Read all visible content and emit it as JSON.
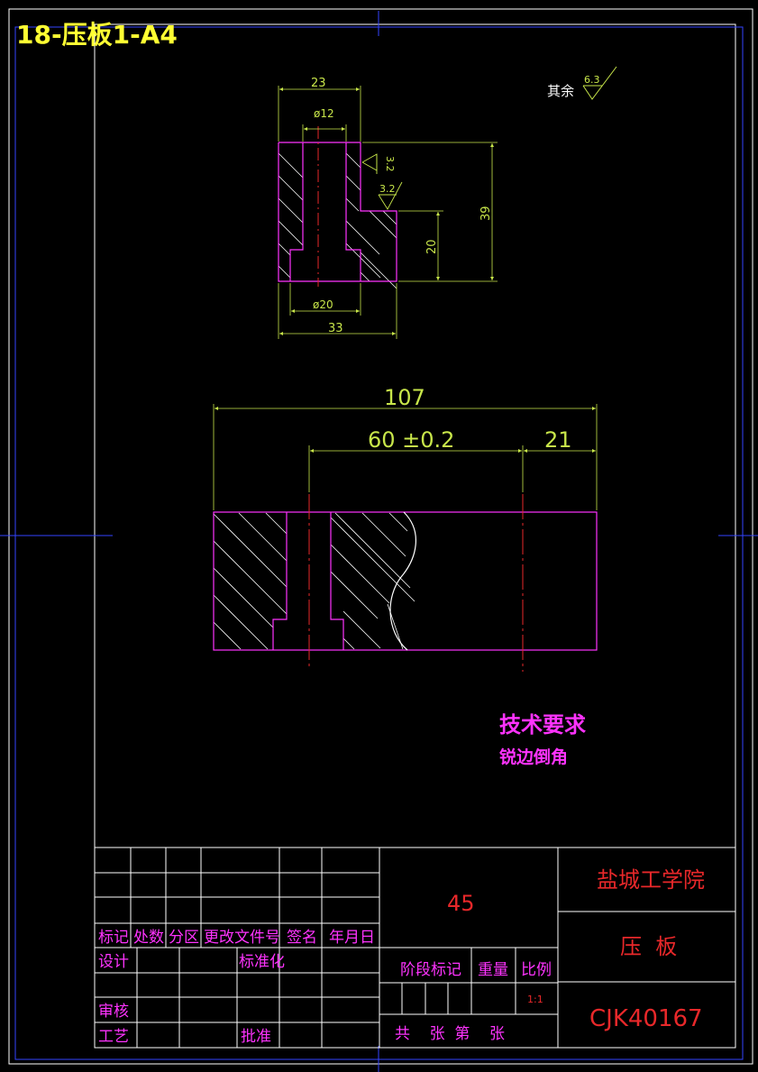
{
  "sheet_title": "18-压板1-A4",
  "roughness": {
    "rest_label": "其余",
    "rest_value": "6.3",
    "surface_a": "3.2",
    "surface_b": "3.2"
  },
  "section_view": {
    "dims": {
      "top_width": "23",
      "bore_diameter": "ø12",
      "height": "39",
      "step_height": "20",
      "counterbore_diameter": "ø20",
      "total_width": "33"
    }
  },
  "plan_view": {
    "dims": {
      "length": "107",
      "hole_spacing": "60 ±0.2",
      "end_offset": "21"
    }
  },
  "tech_requirements": {
    "title": "技术要求",
    "item": "锐边倒角"
  },
  "title_block": {
    "col_headers": [
      "标记",
      "处数",
      "分区",
      "更改文件号",
      "签名",
      "年月日"
    ],
    "design": "设计",
    "standardization": "标准化",
    "review": "审核",
    "process": "工艺",
    "approve": "批准",
    "material": "45",
    "stage_mark": "阶段标记",
    "weight": "重量",
    "scale_label": "比例",
    "scale_value": "1:1",
    "sheet_count": "共    张  第    张",
    "school": "盐城工学院",
    "part_name": "压  板",
    "drawing_no": "CJK40167"
  }
}
